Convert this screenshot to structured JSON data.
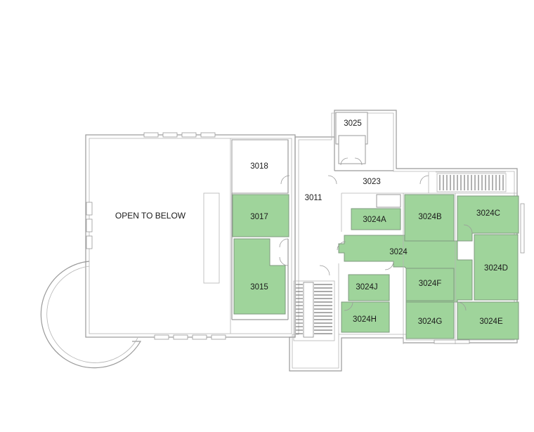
{
  "colors": {
    "assigned_room": "#9fd49b",
    "wall": "#9a9a9a",
    "background": "#ffffff"
  },
  "labels": {
    "open_to_below": "OPEN TO BELOW",
    "r3025": "3025",
    "r3018": "3018",
    "r3011": "3011",
    "r3023": "3023",
    "r3017": "3017",
    "r3015": "3015",
    "r3024": "3024",
    "r3024A": "3024A",
    "r3024B": "3024B",
    "r3024C": "3024C",
    "r3024D": "3024D",
    "r3024E": "3024E",
    "r3024F": "3024F",
    "r3024G": "3024G",
    "r3024H": "3024H",
    "r3024J": "3024J"
  }
}
